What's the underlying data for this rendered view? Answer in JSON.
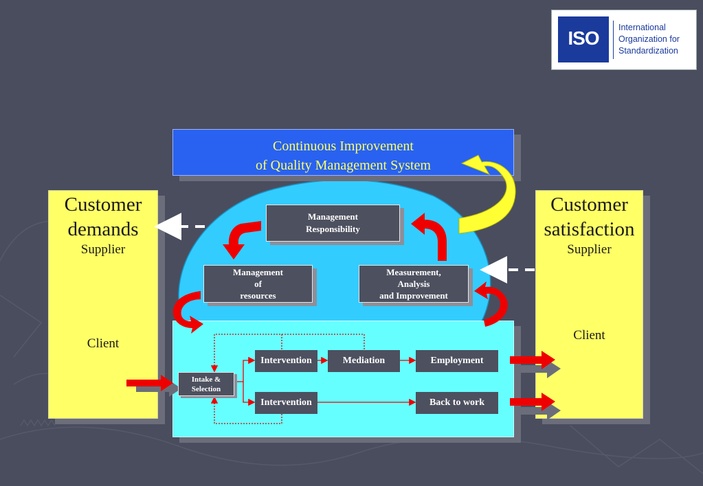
{
  "logo": {
    "emblem_text": "ISO",
    "name_lines": [
      "International",
      "Organization for",
      "Standardization"
    ]
  },
  "banner": {
    "line1": "Continuous Improvement",
    "line2": "of Quality Management System"
  },
  "left_panel": {
    "title_line1": "Customer",
    "title_line2": "demands",
    "subtitle": "Supplier",
    "client": "Client"
  },
  "right_panel": {
    "title_line1": "Customer",
    "title_line2": "satisfaction",
    "subtitle": "Supplier",
    "client": "Client"
  },
  "boxes": {
    "management_responsibility": [
      "Management",
      "Responsibility"
    ],
    "management_resources": [
      "Management",
      "of",
      "resources"
    ],
    "measurement": [
      "Measurement,",
      "Analysis",
      "and Improvement"
    ]
  },
  "process": {
    "intake": [
      "Intake &",
      "Selection"
    ],
    "intervention_top": "Intervention",
    "mediation": "Mediation",
    "employment": "Employment",
    "intervention_bottom": "Intervention",
    "back_to_work": "Back to work"
  },
  "colors": {
    "background": "#4a4d5e",
    "banner": "#2962f0",
    "banner_text": "#ffff66",
    "dome": "#33ccff",
    "process_box": "#66ffff",
    "side_panels": "#ffff66",
    "arrows": "#ee0000",
    "loop_arrow": "#ffff33"
  }
}
